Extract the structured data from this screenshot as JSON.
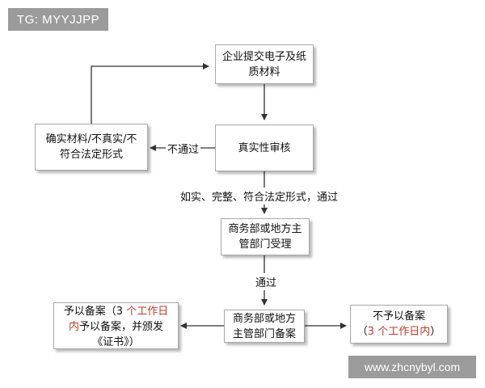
{
  "watermark_top": "TG: MYYJJPP",
  "watermark_bottom": "www.zhcnybyl.com",
  "nodes": {
    "submit": "企业提交电子及纸质材料",
    "review": "真实性审核",
    "reject": "确实材料/不真实/不符合法定形式",
    "accept": "商务部或地方主管部门受理",
    "record": "商务部或地方主管部门备案",
    "record_yes_main": "予以备案（3 ",
    "record_yes_days": "个工作日内",
    "record_yes_tail": "予以备案，并颁发《证书》）",
    "record_no_main": "不予以备案",
    "record_no_open": "（",
    "record_no_days": "3 个工作日内",
    "record_no_close": "）"
  },
  "edges": {
    "not_pass": "不通过",
    "pass_condition": "如实、完整、符合法定形式，通过",
    "pass": "通过"
  },
  "colors": {
    "line": "#333333",
    "box_border": "#a8a8a8",
    "highlight": "#c0392b"
  }
}
